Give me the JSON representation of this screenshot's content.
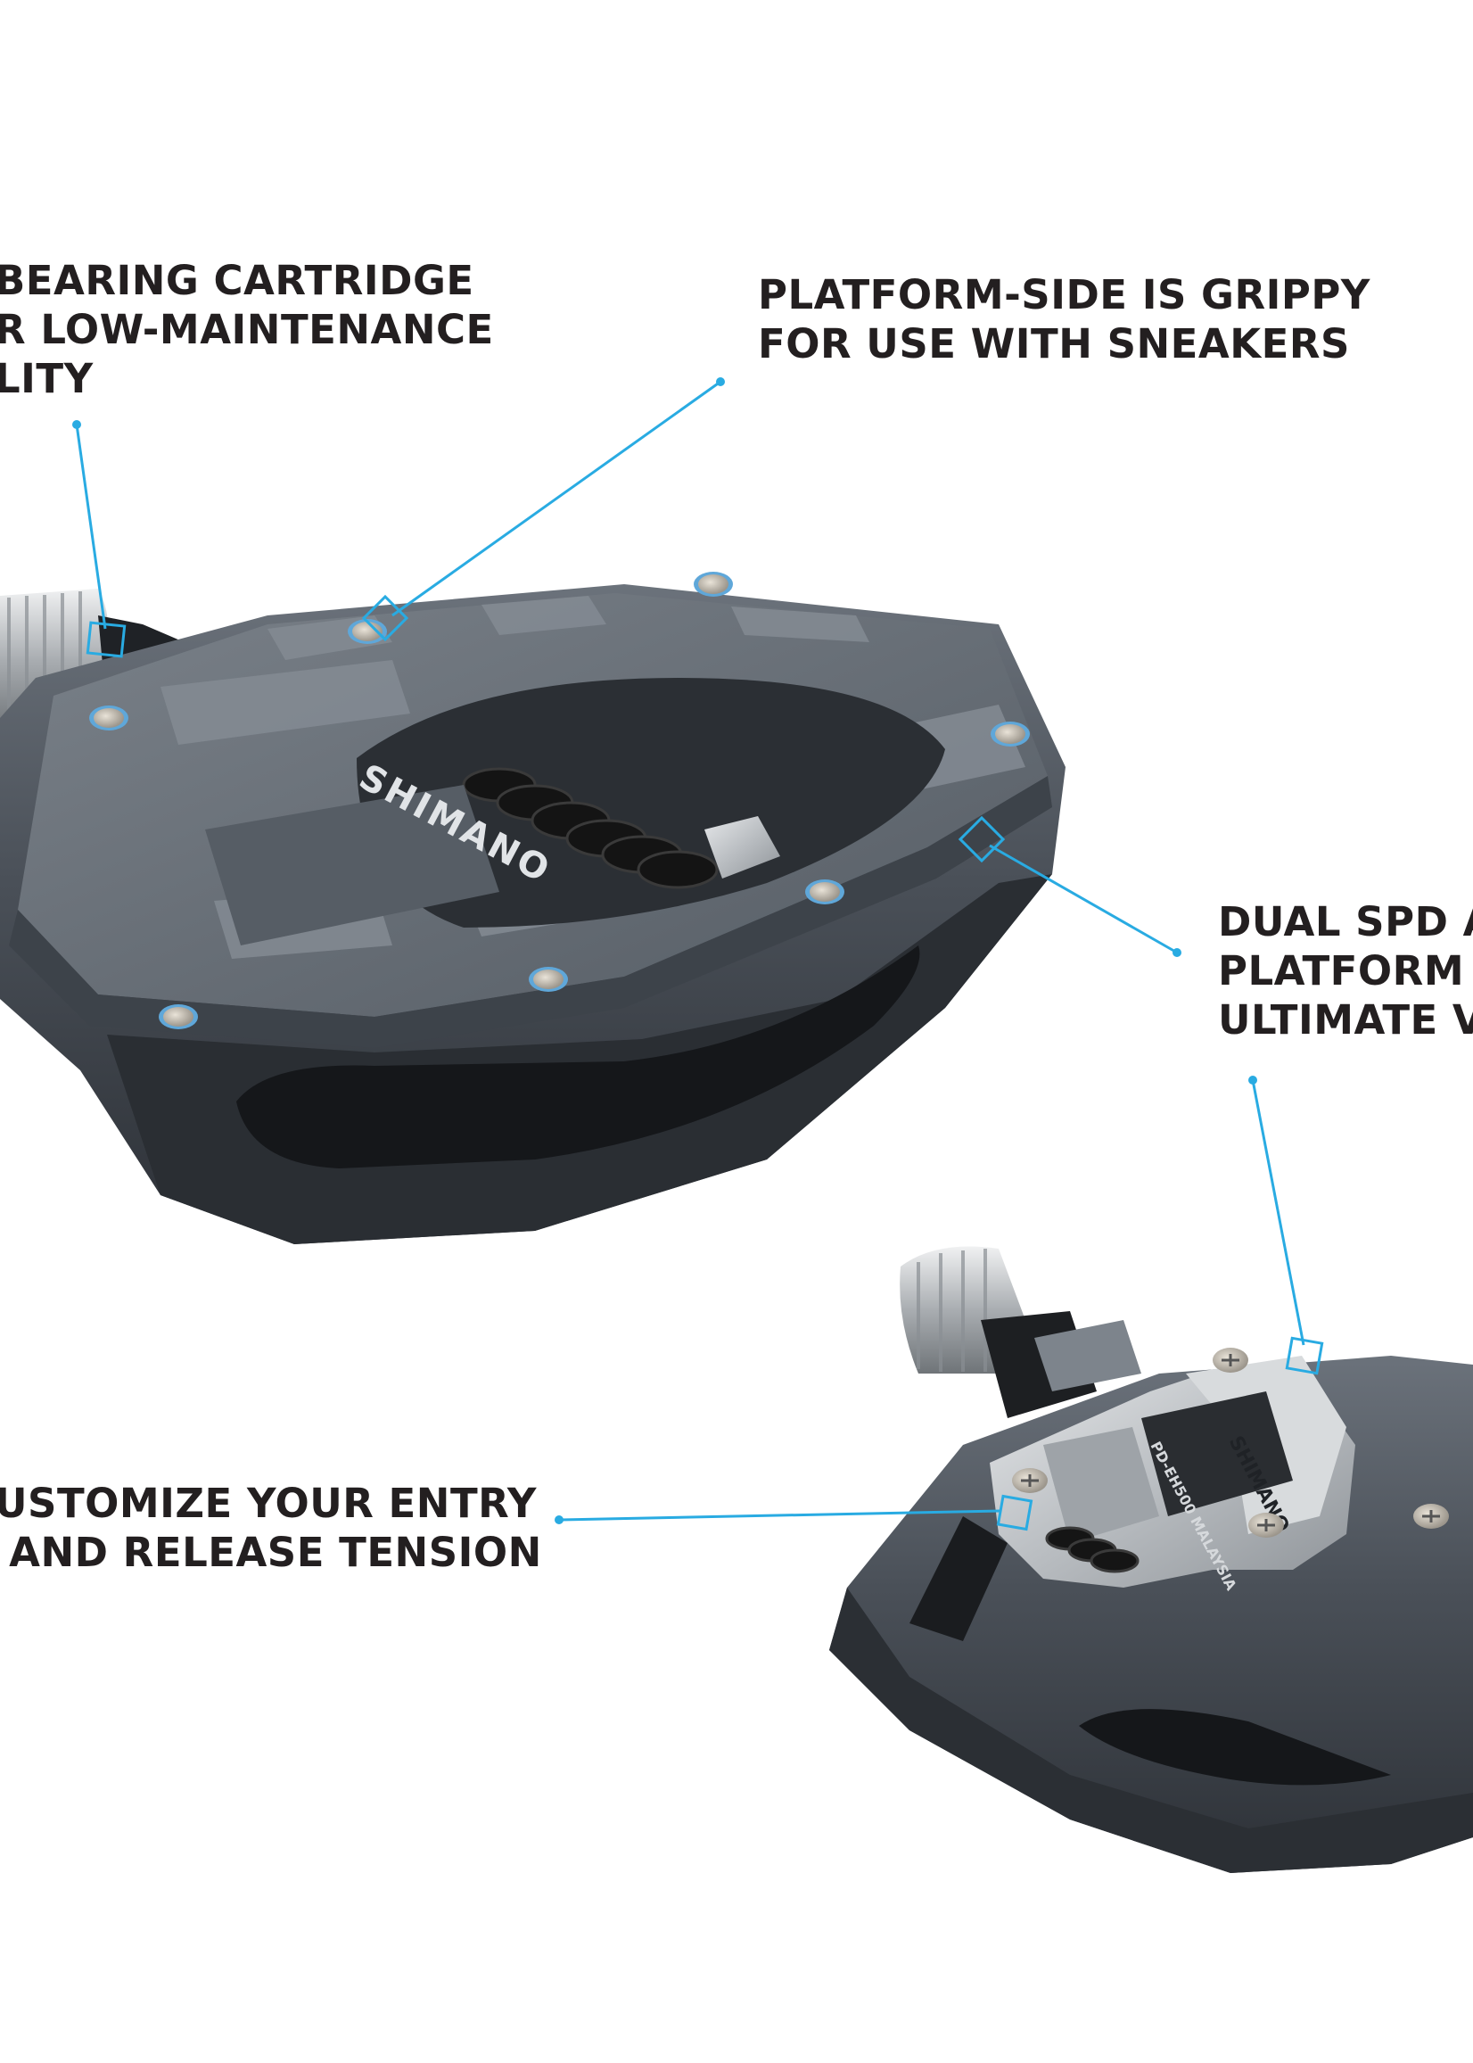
{
  "callouts": {
    "bearing": {
      "lines": [
        "BEARING CARTRIDGE",
        "R LOW-MAINTENANCE",
        "LITY"
      ]
    },
    "platform": {
      "lines": [
        "PLATFORM-SIDE IS GRIPPY",
        "FOR USE WITH SNEAKERS"
      ]
    },
    "dual": {
      "lines": [
        "DUAL SPD AN",
        "PLATFORM P",
        "ULTIMATE VE"
      ]
    },
    "tension": {
      "lines": [
        "USTOMIZE YOUR ENTRY",
        " AND RELEASE TENSION"
      ]
    }
  },
  "pedal_top": {
    "logo": "SHIMANO"
  },
  "pedal_bottom": {
    "logo": "SHIMANO",
    "model_text": "PD-EH500 MALAYSIA"
  },
  "colors": {
    "text": "#231f20",
    "leader_line": "#29abe2",
    "pedal_body": "#4a5058",
    "pedal_highlight": "#7d848c",
    "pedal_shadow": "#262a2f",
    "mechanism_silver": "#c4c7ca",
    "spring_black": "#1b1b1b",
    "background": "#ffffff"
  }
}
